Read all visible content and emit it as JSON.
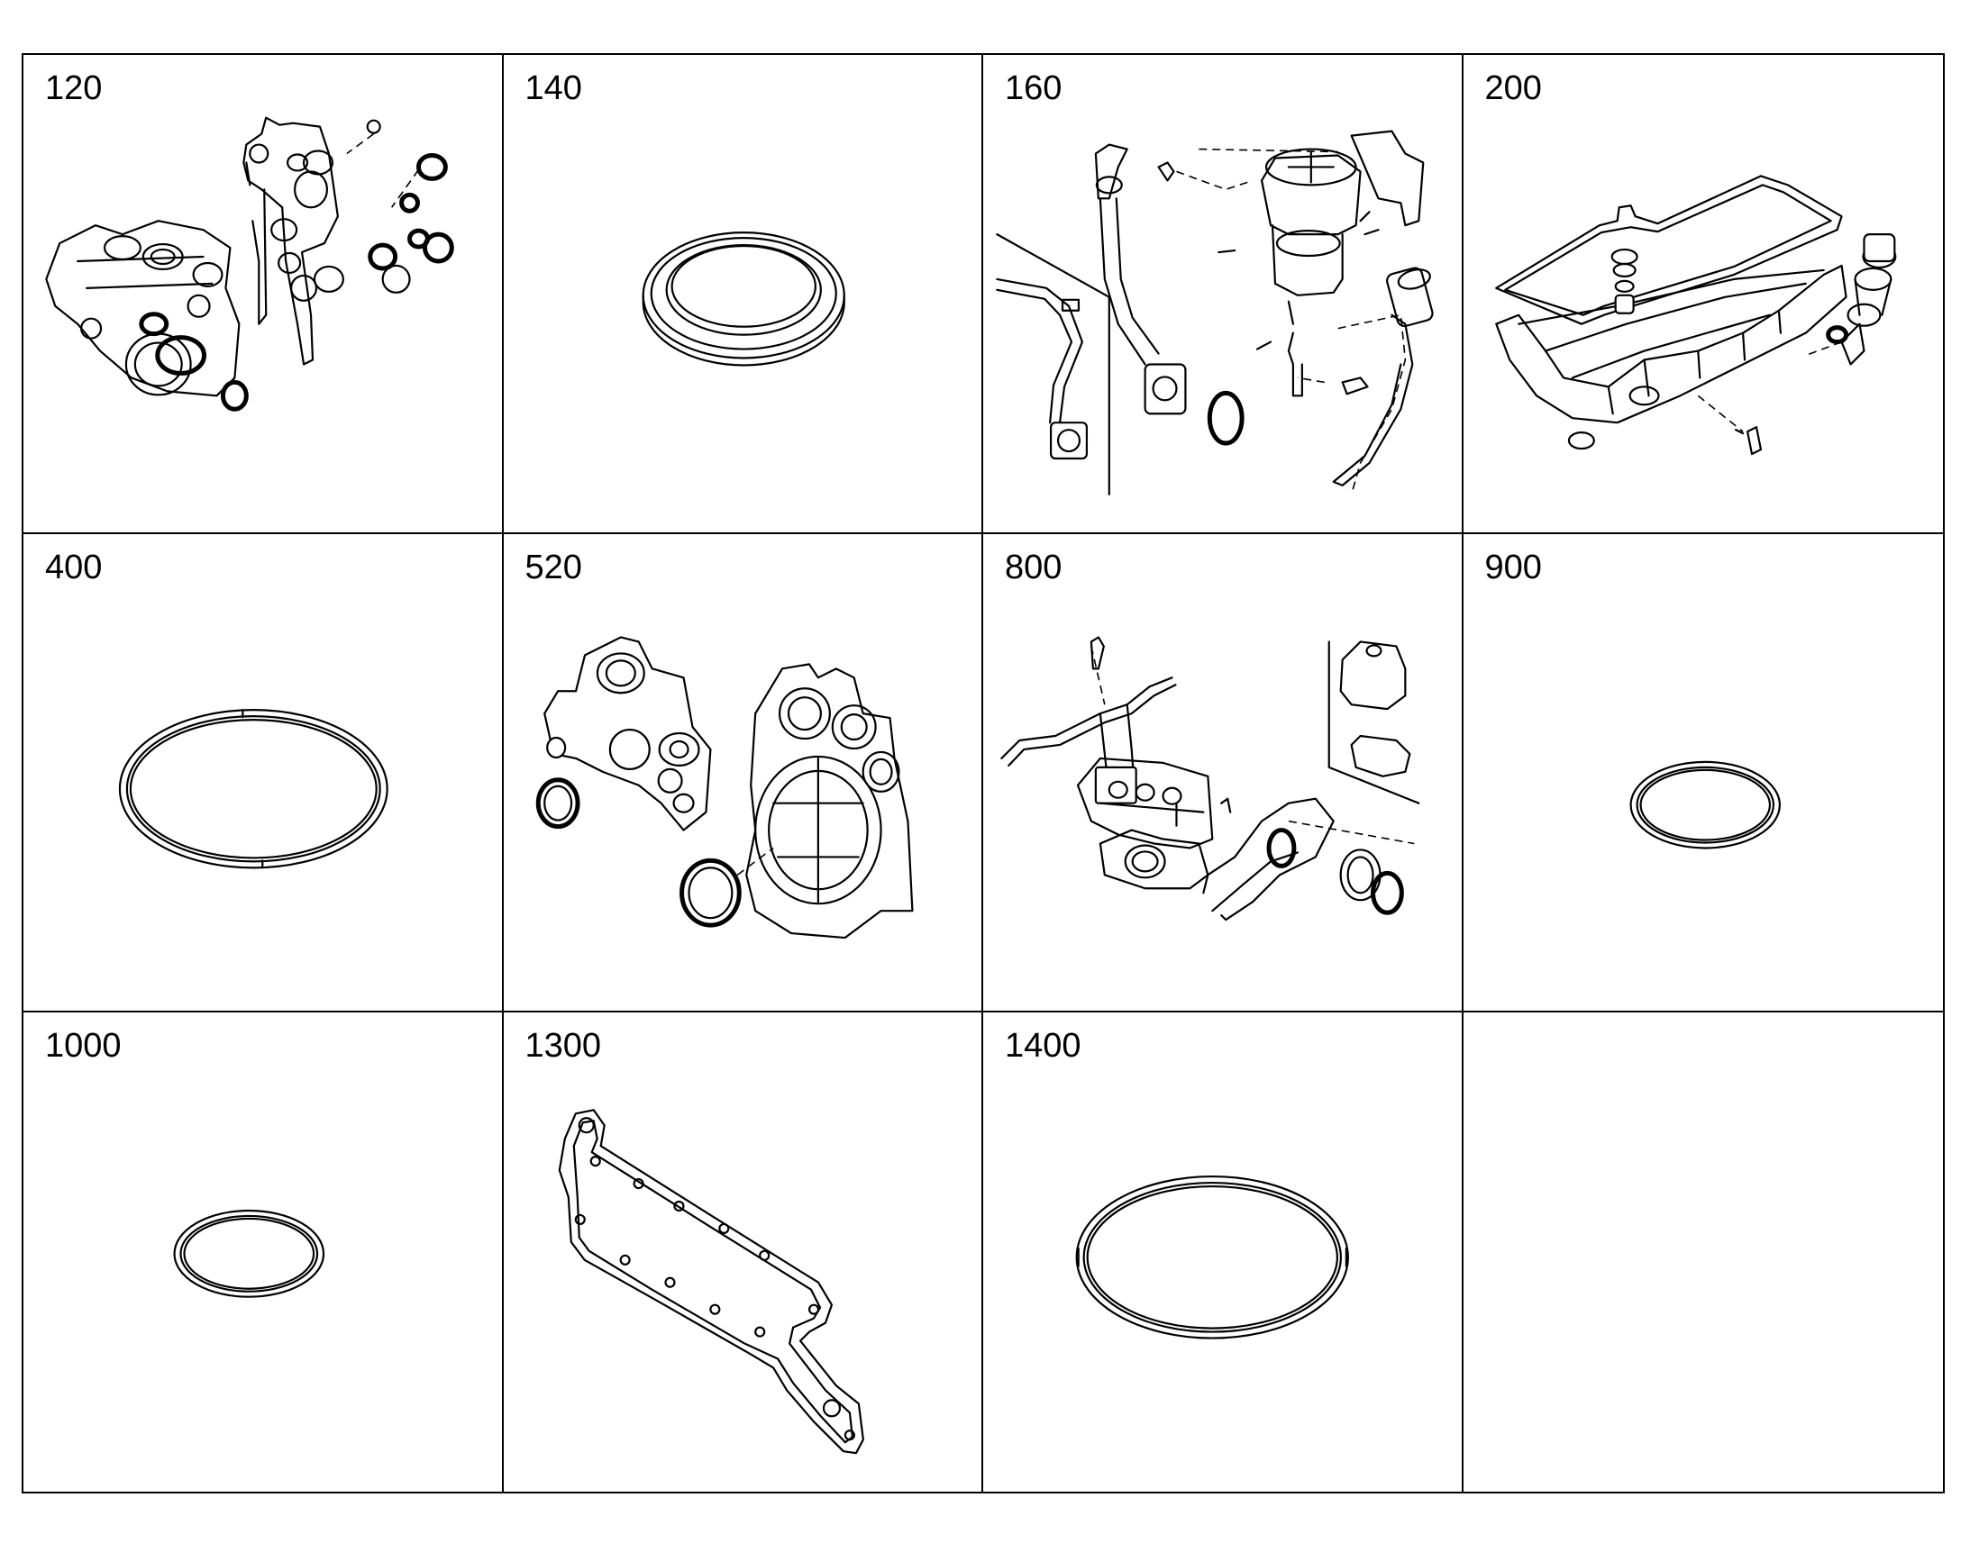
{
  "cells": [
    {
      "label": "120",
      "icon": "timing-case-gasket-set-icon"
    },
    {
      "label": "140",
      "icon": "crankshaft-seal-ring-icon"
    },
    {
      "label": "160",
      "icon": "oil-separator-kit-icon"
    },
    {
      "label": "200",
      "icon": "oil-pan-gasket-icon"
    },
    {
      "label": "400",
      "icon": "large-o-ring-icon"
    },
    {
      "label": "520",
      "icon": "flywheel-housing-seals-icon"
    },
    {
      "label": "800",
      "icon": "cylinder-head-gasket-set-icon"
    },
    {
      "label": "900",
      "icon": "o-ring-icon"
    },
    {
      "label": "1000",
      "icon": "small-o-ring-icon"
    },
    {
      "label": "1300",
      "icon": "oil-cooler-gasket-icon"
    },
    {
      "label": "1400",
      "icon": "sealing-ring-icon"
    },
    {
      "label": "",
      "icon": ""
    }
  ]
}
